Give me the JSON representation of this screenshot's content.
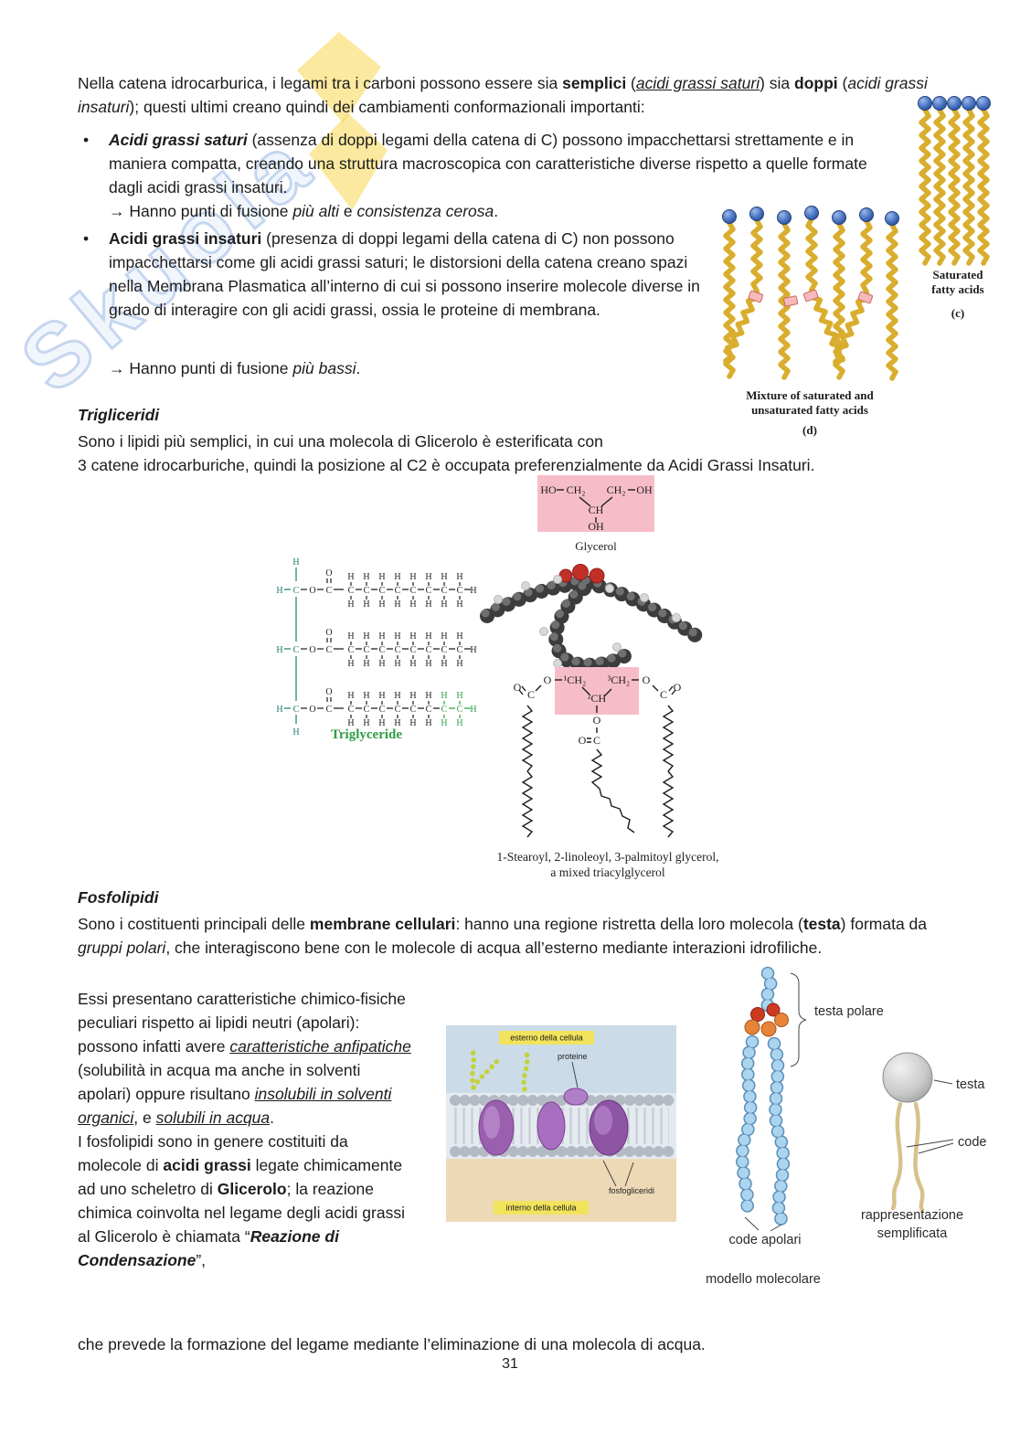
{
  "watermark": {
    "text": "Skuola"
  },
  "page_number": "31",
  "intro": {
    "parts": [
      {
        "t": "Nella catena idrocarburica, i legami tra i carboni possono essere sia "
      },
      {
        "t": "semplici",
        "b": true
      },
      {
        "t": " ("
      },
      {
        "t": "acidi grassi saturi",
        "i": true,
        "u": true
      },
      {
        "t": ") sia "
      },
      {
        "t": "doppi",
        "b": true
      },
      {
        "t": " ("
      },
      {
        "t": "acidi grassi insaturi",
        "i": true
      },
      {
        "t": "); questi ultimi creano quindi dei cambiamenti conformazionali importanti:"
      }
    ]
  },
  "bullets": {
    "marker": "•",
    "b1": {
      "parts": [
        {
          "t": "Acidi grassi saturi",
          "b": true,
          "i": true
        },
        {
          "t": " (assenza di doppi legami della catena di C) possono impacchettarsi strettamente e in maniera compatta, creando una struttura macroscopica con caratteristiche diverse rispetto a quelle formate dagli acidi grassi insaturi."
        }
      ],
      "arrow": [
        {
          "t": "→ Hanno punti di fusione "
        },
        {
          "t": "più alti",
          "i": true
        },
        {
          "t": " e "
        },
        {
          "t": "consistenza cerosa",
          "i": true
        },
        {
          "t": "."
        }
      ]
    },
    "b2": {
      "parts": [
        {
          "t": "Acidi grassi insaturi",
          "b": true
        },
        {
          "t": " (presenza di doppi legami della catena di C) non possono impacchettarsi come gli acidi grassi saturi; le distorsioni della catena creano spazi nella Membrana Plasmatica all’interno di cui si possono inserire molecole diverse in grado di interagire con gli acidi grassi, ossia le proteine di membrana."
        }
      ],
      "arrow": [
        {
          "t": "→ Hanno punti di fusione "
        },
        {
          "t": "più bassi",
          "i": true
        },
        {
          "t": "."
        }
      ]
    }
  },
  "trigliceridi": {
    "heading": "Trigliceridi",
    "line1": "Sono i lipidi più semplici, in cui una molecola di Glicerolo è esterificata con",
    "line2": "3 catene idrocarburiche, quindi la posizione al C2 è occupata preferenzialmente da Acidi Grassi Insaturi."
  },
  "fosfolipidi": {
    "heading": "Fosfolipidi",
    "intro_parts": [
      {
        "t": "Sono i costituenti principali delle "
      },
      {
        "t": "membrane cellulari",
        "b": true
      },
      {
        "t": ": hanno una regione ristretta della loro molecola ("
      },
      {
        "t": "testa",
        "b": true
      },
      {
        "t": ") formata da "
      },
      {
        "t": "gruppi polari",
        "i": true
      },
      {
        "t": ", che interagiscono bene con le molecole di acqua all’esterno mediante interazioni idrofiliche."
      }
    ],
    "col1_parts": [
      {
        "t": "Essi presentano caratteristiche chimico-fisiche peculiari rispetto ai lipidi neutri (apolari): possono infatti avere "
      },
      {
        "t": "caratteristiche anfipatiche",
        "i": true,
        "u": true
      },
      {
        "t": " (solubilità in acqua ma anche in solventi apolari) oppure risultano "
      },
      {
        "t": "insolubili in solventi organici",
        "i": true,
        "u": true
      },
      {
        "t": ", e "
      },
      {
        "t": "solubili in acqua",
        "i": true,
        "u": true
      },
      {
        "t": "."
      }
    ],
    "col2_parts": [
      {
        "t": "I fosfolipidi sono in genere costituiti da molecole di "
      },
      {
        "t": "acidi grassi",
        "b": true
      },
      {
        "t": " legate chimicamente ad uno scheletro di "
      },
      {
        "t": "Glicerolo",
        "b": true
      },
      {
        "t": "; la reazione chimica coinvolta nel legame degli acidi grassi al Glicerolo è chiamata “"
      },
      {
        "t": "Reazione di Condensazione",
        "b": true,
        "i": true
      },
      {
        "t": "”,"
      }
    ],
    "closing": "che prevede la formazione del legame mediante l’eliminazione di una molecola di acqua."
  },
  "fig_fatty": {
    "saturated_1": "Saturated",
    "saturated_2": "fatty acids",
    "c_tag": "(c)",
    "mixture_1": "Mixture of saturated and",
    "mixture_2": "unsaturated fatty acids",
    "d_tag": "(d)"
  },
  "fig_glycerol": {
    "ho": "HO",
    "ch2_left": "CH₂",
    "ch2_right": "CH₂",
    "oh_right": "OH",
    "ch": "CH",
    "oh_bottom": "OH",
    "caption": "Glycerol"
  },
  "fig_trig": {
    "atoms": {
      "c": "C",
      "h": "H",
      "o": "O"
    },
    "label": "Triglyceride",
    "c1": "¹CH₂",
    "c2": "²CH",
    "c3": "³CH₂",
    "caption_1": "1-Stearoyl, 2-linoleoyl, 3-palmitoyl glycerol,",
    "caption_2": "a mixed triacylglycerol"
  },
  "fig_membrane": {
    "esterno": "esterno della cellula",
    "proteine": "proteine",
    "fosfogliceridi": "fosfogliceridi",
    "interno": "interno della cellula"
  },
  "fig_phospho": {
    "testa_polare": "testa polare",
    "code_apolari": "code apolari",
    "modello": "modello molecolare",
    "testa": "testa",
    "code": "code",
    "rappresentazione_1": "rappresentazione",
    "rappresentazione_2": "semplificata"
  }
}
